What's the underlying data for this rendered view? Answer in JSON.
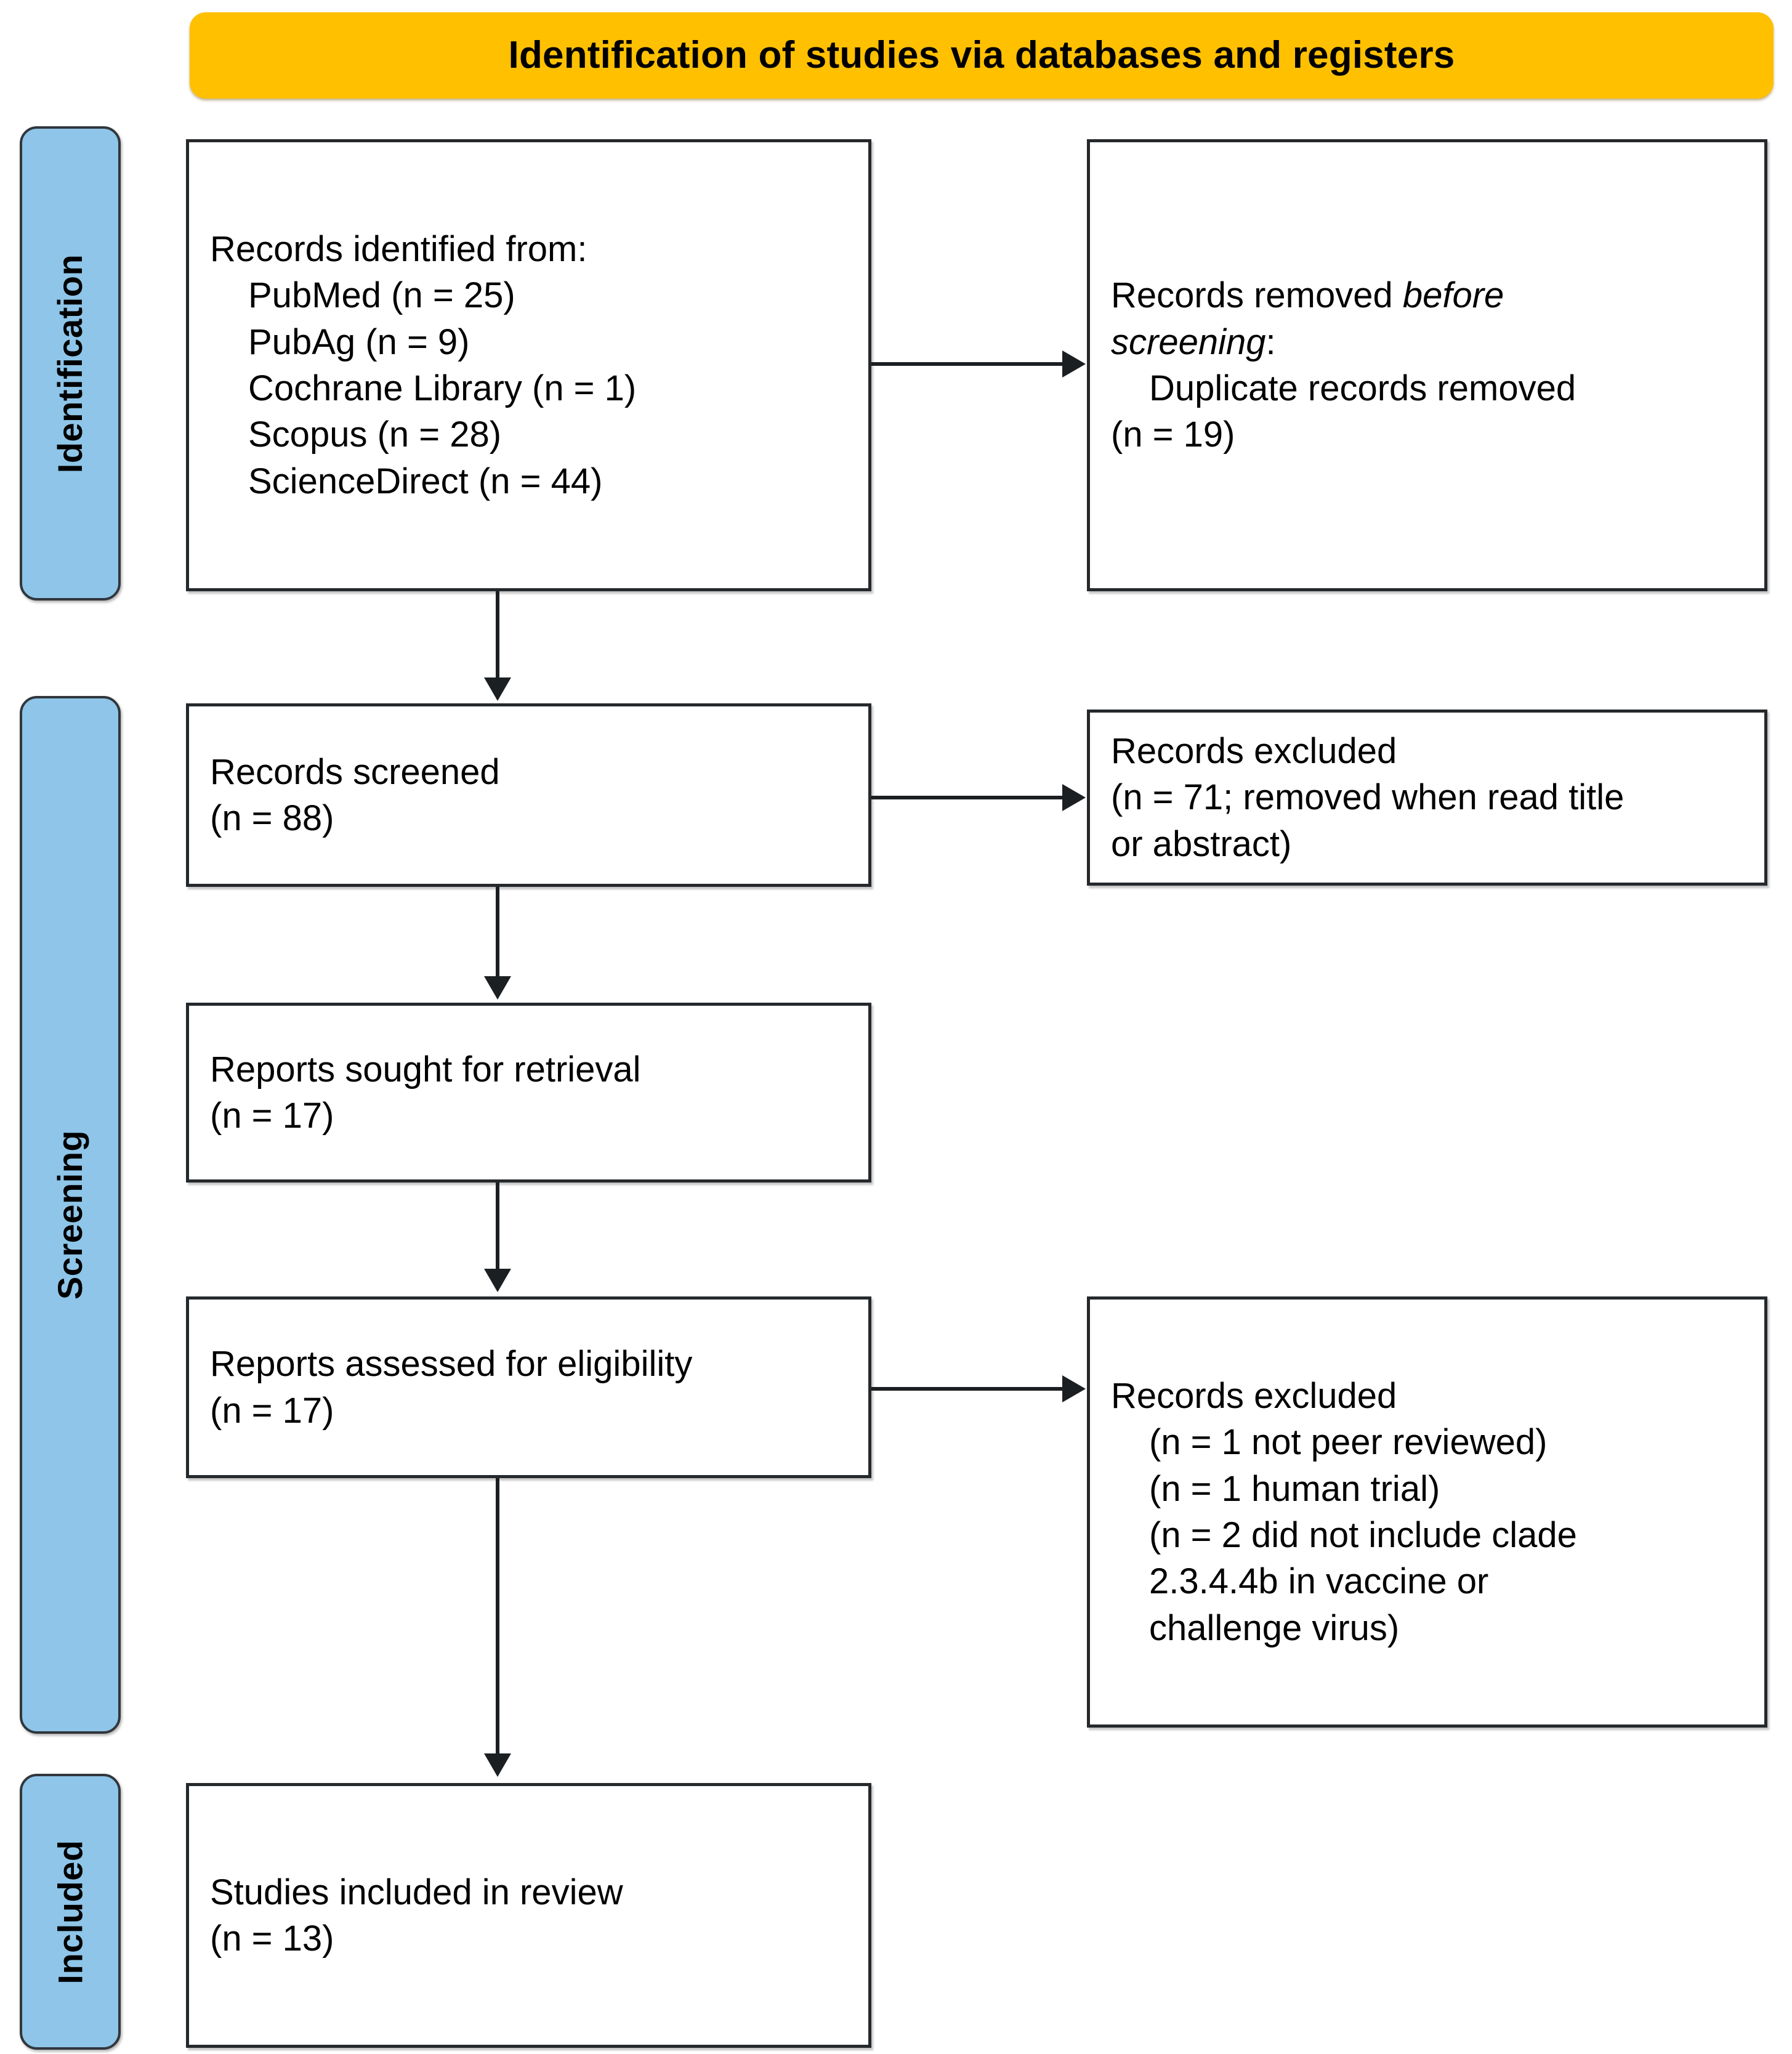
{
  "diagram": {
    "type": "PRISMA flow diagram",
    "banner": {
      "title": "Identification of studies via databases and registers",
      "color": "#FFC000"
    },
    "stage_label_color": "#8EC5E8",
    "stages": [
      {
        "id": "identification",
        "label": "Identification"
      },
      {
        "id": "screening",
        "label": "Screening"
      },
      {
        "id": "included",
        "label": "Included"
      }
    ],
    "boxes": {
      "records_identified": {
        "lines": [
          {
            "text": "Records identified from:",
            "indent": 0,
            "italic": false
          },
          {
            "text": "PubMed (n = 25)",
            "indent": 1,
            "italic": false
          },
          {
            "text": "PubAg (n = 9)",
            "indent": 1,
            "italic": false
          },
          {
            "text": "Cochrane Library (n = 1)",
            "indent": 1,
            "italic": false
          },
          {
            "text": "Scopus (n = 28)",
            "indent": 1,
            "italic": false
          },
          {
            "text": "ScienceDirect (n = 44)",
            "indent": 1,
            "italic": false
          }
        ]
      },
      "records_removed_before_screening": {
        "lines": [
          {
            "text": "Records removed ",
            "indent": 0,
            "italic": false,
            "trailing_italic": "before"
          },
          {
            "text": "screening",
            "indent": 0,
            "italic": true,
            "trailing_plain": ":"
          },
          {
            "text": "Duplicate records removed",
            "indent": 1,
            "italic": false
          },
          {
            "text": "(n = 19)",
            "indent": 0,
            "italic": false
          }
        ]
      },
      "records_screened": {
        "lines": [
          {
            "text": "Records screened",
            "indent": 0,
            "italic": false
          },
          {
            "text": "(n = 88)",
            "indent": 0,
            "italic": false
          }
        ]
      },
      "records_excluded_screening": {
        "lines": [
          {
            "text": "Records excluded",
            "indent": 0,
            "italic": false
          },
          {
            "text": "(n = 71; removed when read title",
            "indent": 0,
            "italic": false
          },
          {
            "text": "or abstract)",
            "indent": 0,
            "italic": false
          }
        ]
      },
      "reports_sought": {
        "lines": [
          {
            "text": "Reports sought for retrieval",
            "indent": 0,
            "italic": false
          },
          {
            "text": "(n = 17)",
            "indent": 0,
            "italic": false
          }
        ]
      },
      "reports_assessed": {
        "lines": [
          {
            "text": "Reports assessed for eligibility",
            "indent": 0,
            "italic": false
          },
          {
            "text": "(n = 17)",
            "indent": 0,
            "italic": false
          }
        ]
      },
      "records_excluded_eligibility": {
        "lines": [
          {
            "text": "Records excluded",
            "indent": 0,
            "italic": false
          },
          {
            "text": "(n = 1 not peer reviewed)",
            "indent": 1,
            "italic": false
          },
          {
            "text": "(n = 1 human trial)",
            "indent": 1,
            "italic": false
          },
          {
            "text": "(n = 2 did not include clade",
            "indent": 1,
            "italic": false
          },
          {
            "text": "2.3.4.4b in vaccine or",
            "indent": 1,
            "italic": false
          },
          {
            "text": "challenge virus)",
            "indent": 1,
            "italic": false
          }
        ]
      },
      "studies_included": {
        "lines": [
          {
            "text": "Studies included in review",
            "indent": 0,
            "italic": false
          },
          {
            "text": "(n = 13)",
            "indent": 0,
            "italic": false
          }
        ]
      }
    },
    "counts": {
      "pubmed": 25,
      "pubag": 9,
      "cochrane_library": 1,
      "scopus": 28,
      "sciencedirect": 44,
      "duplicates_removed": 19,
      "records_screened": 88,
      "records_excluded_title_abstract": 71,
      "reports_sought": 17,
      "reports_assessed": 17,
      "excluded_not_peer_reviewed": 1,
      "excluded_human_trial": 1,
      "excluded_no_clade": 2,
      "studies_included": 13
    }
  }
}
